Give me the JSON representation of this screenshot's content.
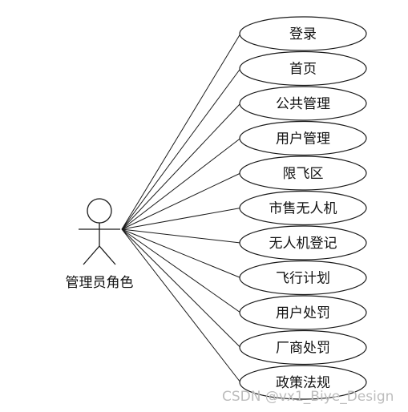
{
  "actor": {
    "label": "管理员角色"
  },
  "use_cases": [
    {
      "label": "登录"
    },
    {
      "label": "首页"
    },
    {
      "label": "公共管理"
    },
    {
      "label": "用户管理"
    },
    {
      "label": "限飞区"
    },
    {
      "label": "市售无人机"
    },
    {
      "label": "无人机登记"
    },
    {
      "label": "飞行计划"
    },
    {
      "label": "用户处罚"
    },
    {
      "label": "厂商处罚"
    },
    {
      "label": "政策法规"
    }
  ],
  "watermark": {
    "text": "CSDN @vx1_Biye_Design"
  },
  "colors": {
    "stroke": "#1a1a1a",
    "fill": "#ffffff",
    "watermark": "#bdbdbd"
  }
}
